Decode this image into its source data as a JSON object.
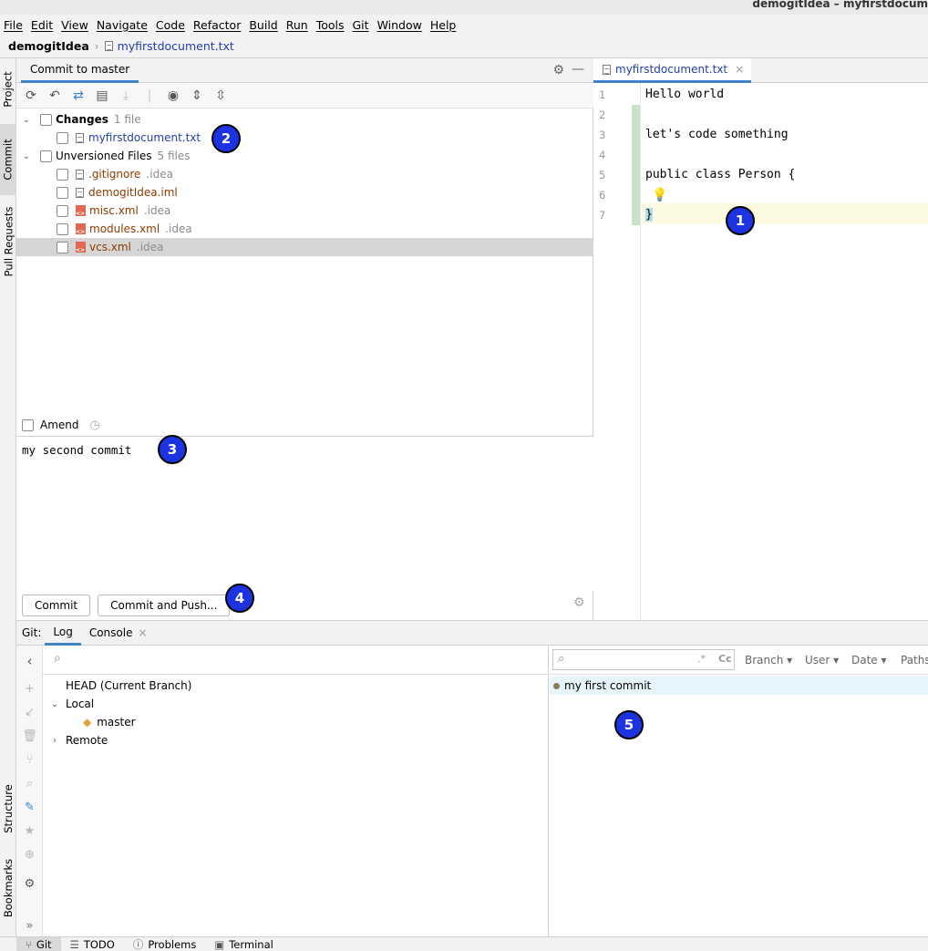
{
  "window": {
    "title": "demogitIdea – myfirstdocum"
  },
  "menu": [
    "File",
    "Edit",
    "View",
    "Navigate",
    "Code",
    "Refactor",
    "Build",
    "Run",
    "Tools",
    "Git",
    "Window",
    "Help"
  ],
  "breadcrumb": {
    "project": "demogitIdea",
    "file": "myfirstdocument.txt"
  },
  "left_strip": {
    "project": "Project",
    "commit": "Commit",
    "pull_requests": "Pull Requests",
    "structure": "Structure",
    "bookmarks": "Bookmarks"
  },
  "commit_panel": {
    "tab": "Commit to master",
    "changes": {
      "label": "Changes",
      "count": "1 file",
      "files": [
        {
          "name": "myfirstdocument.txt"
        }
      ]
    },
    "unversioned": {
      "label": "Unversioned Files",
      "count": "5 files",
      "files": [
        {
          "name": ".gitignore",
          "dir": ".idea"
        },
        {
          "name": "demogitIdea.iml",
          "dir": ""
        },
        {
          "name": "misc.xml",
          "dir": ".idea"
        },
        {
          "name": "modules.xml",
          "dir": ".idea"
        },
        {
          "name": "vcs.xml",
          "dir": ".idea"
        }
      ]
    },
    "amend_label": "Amend",
    "message": "my second commit",
    "commit_button": "Commit",
    "commit_push_button": "Commit and Push..."
  },
  "editor": {
    "tab": "myfirstdocument.txt",
    "lines": [
      {
        "n": "1",
        "text": "Hello world"
      },
      {
        "n": "2",
        "text": ""
      },
      {
        "n": "3",
        "text": "let's code something"
      },
      {
        "n": "4",
        "text": ""
      },
      {
        "n": "5",
        "text": "public class Person {"
      },
      {
        "n": "6",
        "text": ""
      },
      {
        "n": "7",
        "text": "}"
      }
    ]
  },
  "git_panel": {
    "label": "Git:",
    "tabs": [
      "Log",
      "Console"
    ],
    "branches": {
      "head": "HEAD (Current Branch)",
      "local": "Local",
      "master": "master",
      "remote": "Remote"
    },
    "filters": {
      "regex": ".*",
      "case": "Cc",
      "branch": "Branch",
      "user": "User",
      "date": "Date",
      "paths": "Paths"
    },
    "commits": [
      "my first commit"
    ]
  },
  "annotations": [
    "1",
    "2",
    "3",
    "4",
    "5"
  ],
  "statusbar": [
    "Git",
    "TODO",
    "Problems",
    "Terminal"
  ]
}
